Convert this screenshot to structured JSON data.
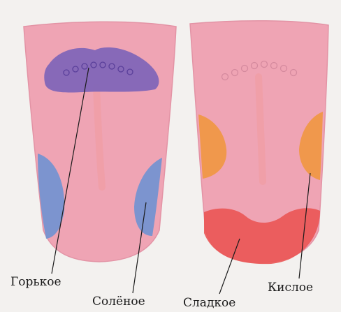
{
  "labels": {
    "bitter": "Горькое",
    "salty": "Солёное",
    "sweet": "Сладкое",
    "sour": "Кислое"
  },
  "colors": {
    "background": "#f3f1ef",
    "tongue": "#efa4b4",
    "tongue_edge": "#e393a5",
    "midline": "#f09a9e",
    "bitter_zone": "#7b63b8",
    "salty_zone": "#6f92d2",
    "sweet_zone": "#ea5554",
    "sour_zone": "#f0963d",
    "papillae": "#d58a9e",
    "leader_line": "#1a1a1a"
  }
}
